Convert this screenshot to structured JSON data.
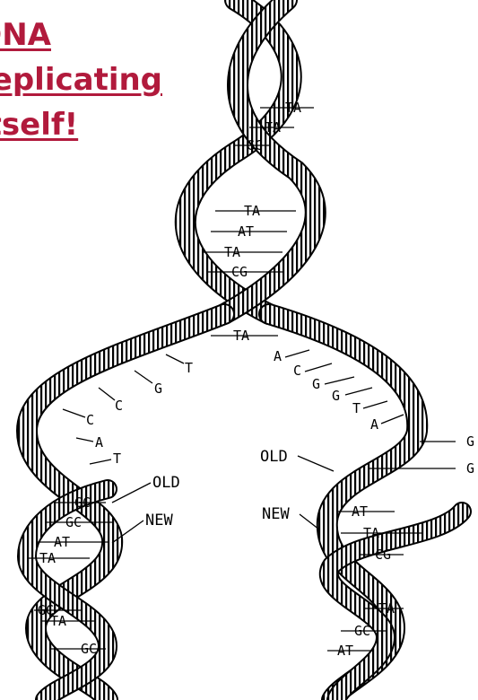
{
  "title": {
    "line1": "DNA",
    "line2": "replicating",
    "line3": "itself!"
  },
  "colors": {
    "title": "#b11a3c",
    "ink": "#000000",
    "background": "#ffffff"
  },
  "labels": {
    "old": "OLD",
    "new": "NEW"
  },
  "base_pairs": {
    "parent": [
      "TA",
      "TA",
      "GC",
      "TA",
      "AT",
      "TA",
      "CG",
      "TA"
    ],
    "left_unpaired": [
      "T",
      "G",
      "C",
      "C",
      "A",
      "T"
    ],
    "right_unpaired": [
      "A",
      "C",
      "G",
      "G",
      "T",
      "A",
      "G",
      "G"
    ],
    "left_daughter": [
      "GC",
      "GC",
      "AT",
      "TA",
      "GC",
      "TA",
      "GC"
    ],
    "right_daughter": [
      "AT",
      "TA",
      "CG",
      "TA",
      "GC",
      "AT"
    ]
  }
}
